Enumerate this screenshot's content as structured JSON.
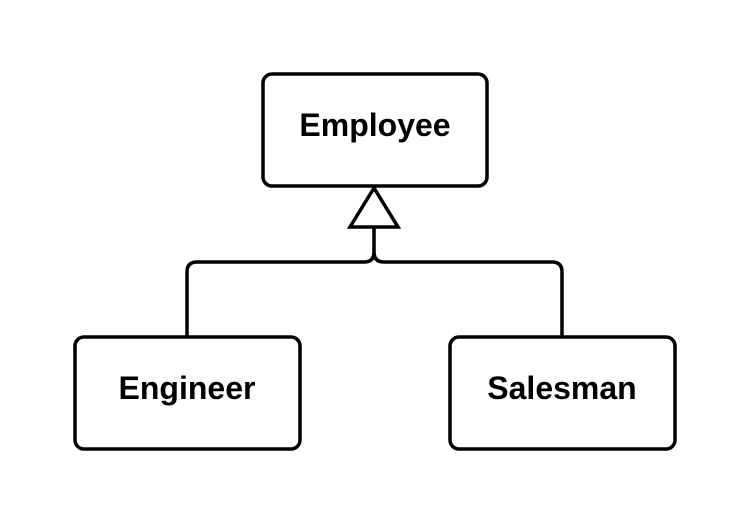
{
  "diagram": {
    "nodes": {
      "parent": {
        "label": "Employee"
      },
      "child_left": {
        "label": "Engineer"
      },
      "child_right": {
        "label": "Salesman"
      }
    },
    "relationship": "generalization",
    "colors": {
      "stroke": "#000000",
      "fill": "#ffffff",
      "text": "#000000"
    }
  }
}
